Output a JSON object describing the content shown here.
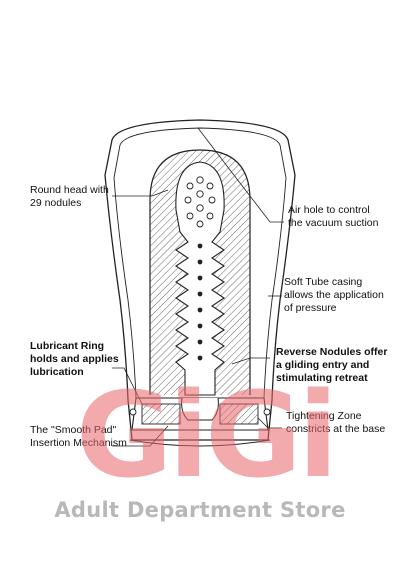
{
  "labels": {
    "round_head": "Round head with\n29 nodules",
    "air_hole": "Air hole to control\nthe vacuum suction",
    "soft_tube": "Soft Tube casing\nallows the application\nof pressure",
    "lubricant_ring": "Lubricant Ring\nholds and applies\nlubrication",
    "reverse_nodules": "Reverse Nodules offer\na gliding entry and\nstimulating retreat",
    "smooth_pad": "The \"Smooth Pad\"\nInsertion Mechanism",
    "tightening_zone": "Tightening Zone\nconstricts at the base"
  },
  "watermark": {
    "logo": "GiGi",
    "store": "Adult Department Store",
    "color": "#e9666a"
  },
  "colors": {
    "line": "#222222",
    "hatch": "#555555"
  }
}
